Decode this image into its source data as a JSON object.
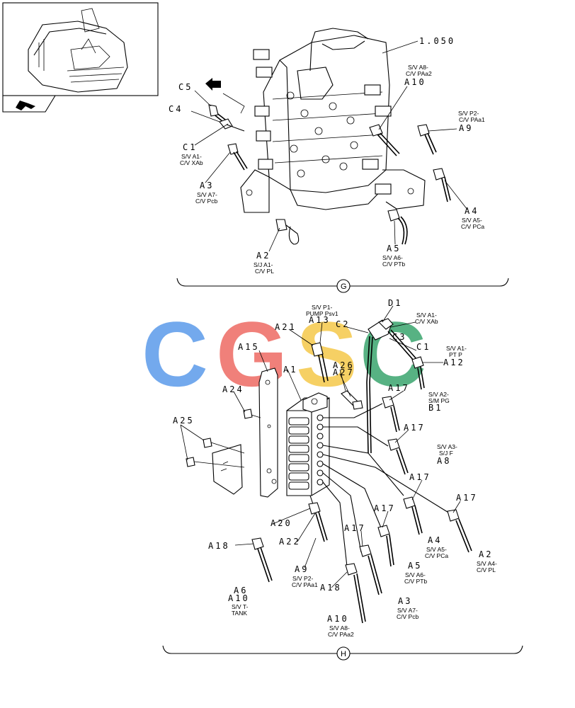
{
  "watermark": {
    "letters": [
      "C",
      "G",
      "S",
      "C"
    ],
    "colors": [
      "#5b9bea",
      "#ee6b63",
      "#f5c84a",
      "#3aa56e"
    ]
  },
  "sections": [
    "G",
    "H"
  ],
  "g_callouts": {
    "ref_1050": "1.050",
    "c5": "C5",
    "c4": "C4",
    "c1": "C1",
    "c1_desc": [
      "S/V A1-",
      "C/V XAb"
    ],
    "a3": "A3",
    "a3_desc": [
      "S/V A7-",
      "C/V Pcb"
    ],
    "a2": "A2",
    "a2_desc": [
      "S/J A1-",
      "C/V PL"
    ],
    "a10": "A10",
    "a10_desc": [
      "S/V A8-",
      "C/V PAa2"
    ],
    "a9": "A9",
    "a9_desc": [
      "S/V P2-",
      "C/V PAa1"
    ],
    "a4": "A4",
    "a4_desc": [
      "S/V A5-",
      "C/V PCa"
    ],
    "a5": "A5",
    "a5_desc": [
      "S/V A6-",
      "C/V PTb"
    ]
  },
  "h_callouts": {
    "pump_desc": [
      "S/V P1-",
      "PUMP Psv1"
    ],
    "d1": "D1",
    "d1_desc": [
      "S/V A1-",
      "C/V XAb"
    ],
    "a21": "A21",
    "a13": "A13",
    "c2": "C2",
    "c3": "C3",
    "c1": "C1",
    "c1_desc": [
      "S/V A1-",
      "PT P"
    ],
    "a12": "A12",
    "a15": "A15",
    "a26": "A26",
    "a27": "A27",
    "a1": "A1",
    "a24": "A24",
    "a17_1": "A17",
    "b1_desc": [
      "S/V A2-",
      "S/M PG"
    ],
    "b1": "B1",
    "a25": "A25",
    "a17_2": "A17",
    "a8_desc": [
      "S/V A3-",
      "S/J F"
    ],
    "a8": "A8",
    "a17_3": "A17",
    "a17_4": "A17",
    "a17_5": "A17",
    "a17_6": "A17",
    "a20": "A20",
    "a22": "A22",
    "a18_1": "A18",
    "a18_2": "A18",
    "a4": "A4",
    "a4_desc": [
      "S/V A5-",
      "C/V PCa"
    ],
    "a2": "A2",
    "a2_desc": [
      "S/V A4-",
      "C/V PL"
    ],
    "a5": "A5",
    "a5_desc": [
      "S/V A6-",
      "C/V PTb"
    ],
    "a9": "A9",
    "a9_desc": [
      "S/V P2-",
      "C/V PAa1"
    ],
    "a3": "A3",
    "a3_desc": [
      "S/V A7-",
      "C/V Pcb"
    ],
    "a6": "A6",
    "a10": "A10",
    "a6_desc": [
      "S/V T-",
      "TANK"
    ],
    "a10_2": "A10",
    "a10_2_desc": [
      "S/V A8-",
      "C/V PAa2"
    ]
  }
}
